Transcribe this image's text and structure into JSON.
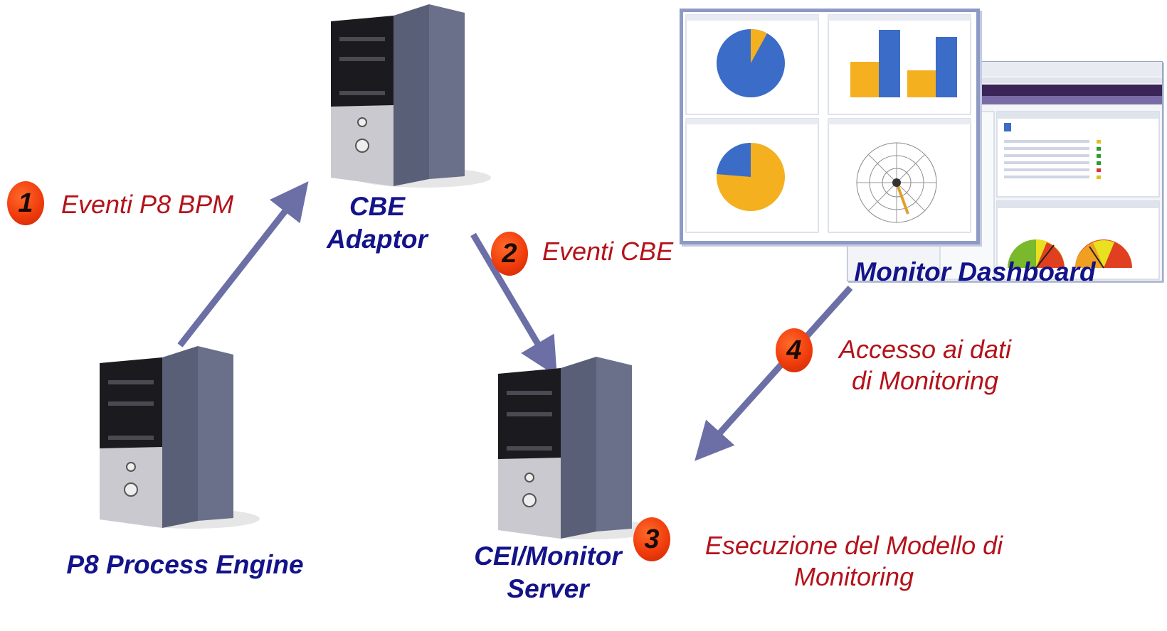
{
  "nodes": {
    "cbe_adaptor": [
      "CBE",
      "Adaptor"
    ],
    "p8_engine": [
      "P8 Process Engine"
    ],
    "cei_monitor": [
      "CEI/Monitor",
      "Server"
    ],
    "monitor_dashboard": [
      "Monitor Dashboard"
    ]
  },
  "steps": [
    {
      "number": "1",
      "lines": [
        "Eventi P8 BPM"
      ]
    },
    {
      "number": "2",
      "lines": [
        "Eventi CBE"
      ]
    },
    {
      "number": "3",
      "lines": [
        "Esecuzione del Modello di",
        "Monitoring"
      ]
    },
    {
      "number": "4",
      "lines": [
        "Accesso ai dati",
        "di Monitoring"
      ]
    }
  ],
  "colors": {
    "node_label": "#13138a",
    "event_label": "#b4121a",
    "badge": "#f03c0c",
    "arrow": "#6c6fa6"
  }
}
